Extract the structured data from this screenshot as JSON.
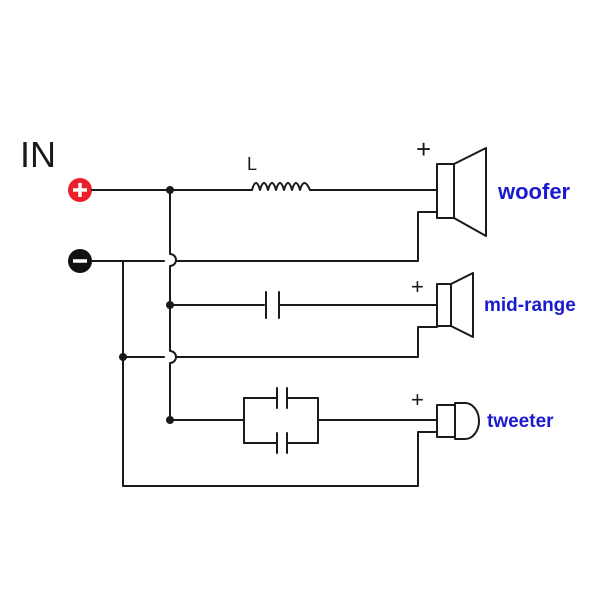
{
  "input": {
    "label": "IN",
    "positive_symbol": "+",
    "negative_symbol": "−"
  },
  "inductor": {
    "label": "L"
  },
  "speakers": [
    {
      "name": "woofer",
      "polarity": "+"
    },
    {
      "name": "mid-range",
      "polarity": "+"
    },
    {
      "name": "tweeter",
      "polarity": "+"
    }
  ],
  "colors": {
    "wire": "#1a1a1a",
    "label_blue": "#1a1ad0",
    "positive_terminal": "#e8202a",
    "negative_terminal": "#111111"
  }
}
